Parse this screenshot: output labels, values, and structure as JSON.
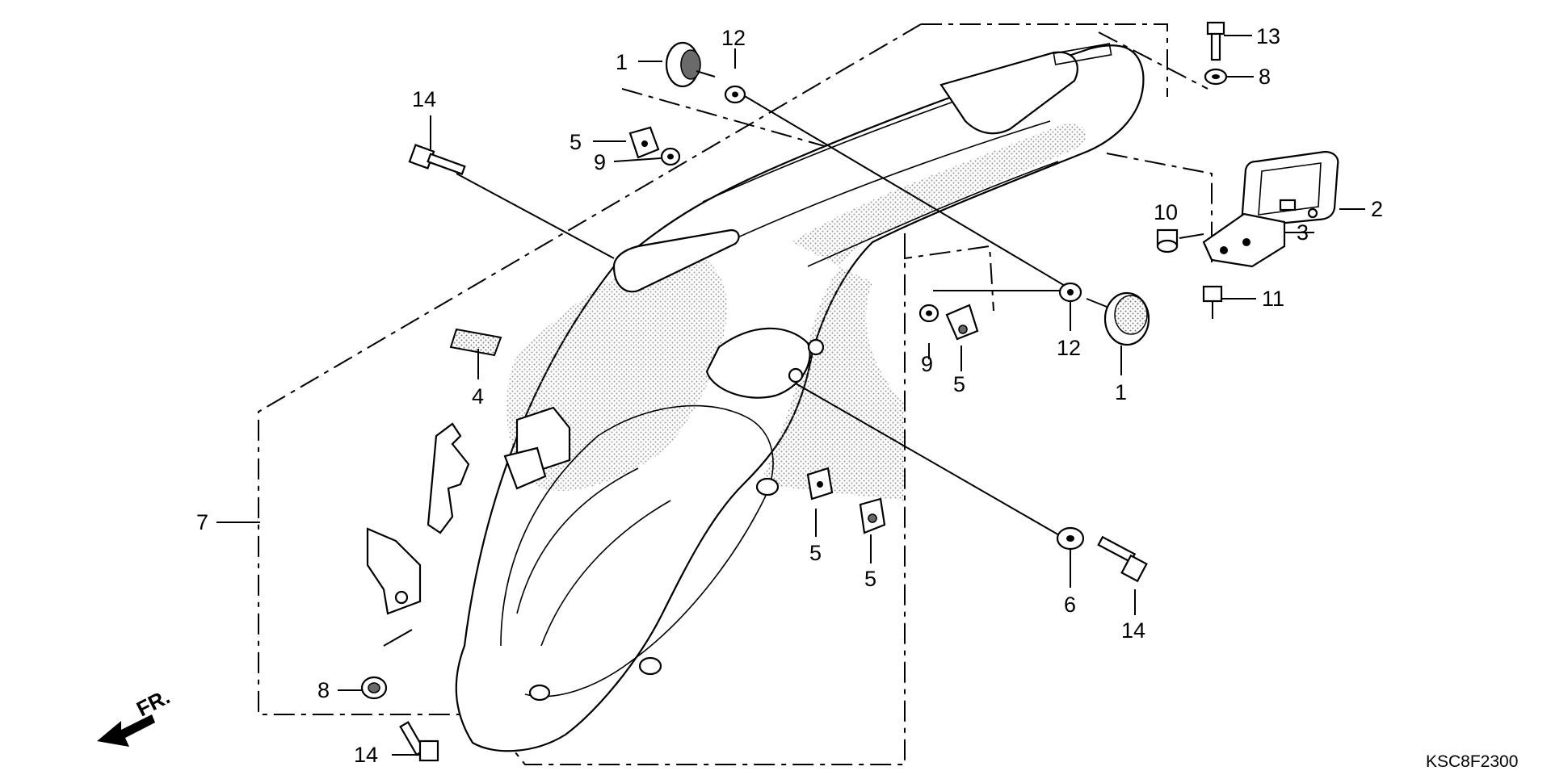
{
  "diagram_code": "KSC8F2300",
  "direction_label": "FR.",
  "callouts": [
    {
      "id": "c1a",
      "label": "1"
    },
    {
      "id": "c12a",
      "label": "12"
    },
    {
      "id": "c13",
      "label": "13"
    },
    {
      "id": "c8a",
      "label": "8"
    },
    {
      "id": "c14a",
      "label": "14"
    },
    {
      "id": "c5a",
      "label": "5"
    },
    {
      "id": "c9a",
      "label": "9"
    },
    {
      "id": "c2",
      "label": "2"
    },
    {
      "id": "c10",
      "label": "10"
    },
    {
      "id": "c3",
      "label": "3"
    },
    {
      "id": "c11",
      "label": "11"
    },
    {
      "id": "c4",
      "label": "4"
    },
    {
      "id": "c9b",
      "label": "9"
    },
    {
      "id": "c5b",
      "label": "5"
    },
    {
      "id": "c12b",
      "label": "12"
    },
    {
      "id": "c1b",
      "label": "1"
    },
    {
      "id": "c7",
      "label": "7"
    },
    {
      "id": "c5c",
      "label": "5"
    },
    {
      "id": "c5d",
      "label": "5"
    },
    {
      "id": "c6",
      "label": "6"
    },
    {
      "id": "c14b",
      "label": "14"
    },
    {
      "id": "c8b",
      "label": "8"
    },
    {
      "id": "c14c",
      "label": "14"
    }
  ]
}
